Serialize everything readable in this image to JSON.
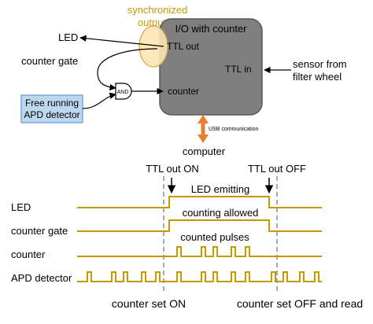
{
  "block_diagram": {
    "sync_label_line1": "synchronized",
    "sync_label_line2": "output",
    "io_box_title": "I/O with counter",
    "port_ttl_out": "TTL out",
    "port_ttl_in": "TTL in",
    "port_counter": "counter",
    "led_label": "LED",
    "counter_gate_label": "counter gate",
    "and_gate_label": "AND",
    "apd_line1": "Free running",
    "apd_line2": "APD detector",
    "sensor_line1": "sensor from",
    "sensor_line2": "filter wheel",
    "usb_label": "USB communication",
    "computer_label": "computer"
  },
  "timing_diagram": {
    "ttl_on_label": "TTL out ON",
    "ttl_off_label": "TTL out OFF",
    "signals": [
      "LED",
      "counter gate",
      "counter",
      "APD detector"
    ],
    "led_annotation": "LED emitting",
    "gate_annotation": "counting allowed",
    "counter_annotation": "counted pulses",
    "set_on_label": "counter set ON",
    "set_off_label": "counter set OFF and read"
  },
  "colors": {
    "signal": "#c59a00",
    "io_box": "#7f7f7f",
    "apd_fill": "#bdd7ee",
    "apd_stroke": "#5b9bd5",
    "sync_fill": "#fbe5b6",
    "sync_stroke": "#d6a840",
    "sync_text": "#c59a00",
    "usb_arrow": "#ed7d31",
    "dashed": "#8c8c8c"
  }
}
